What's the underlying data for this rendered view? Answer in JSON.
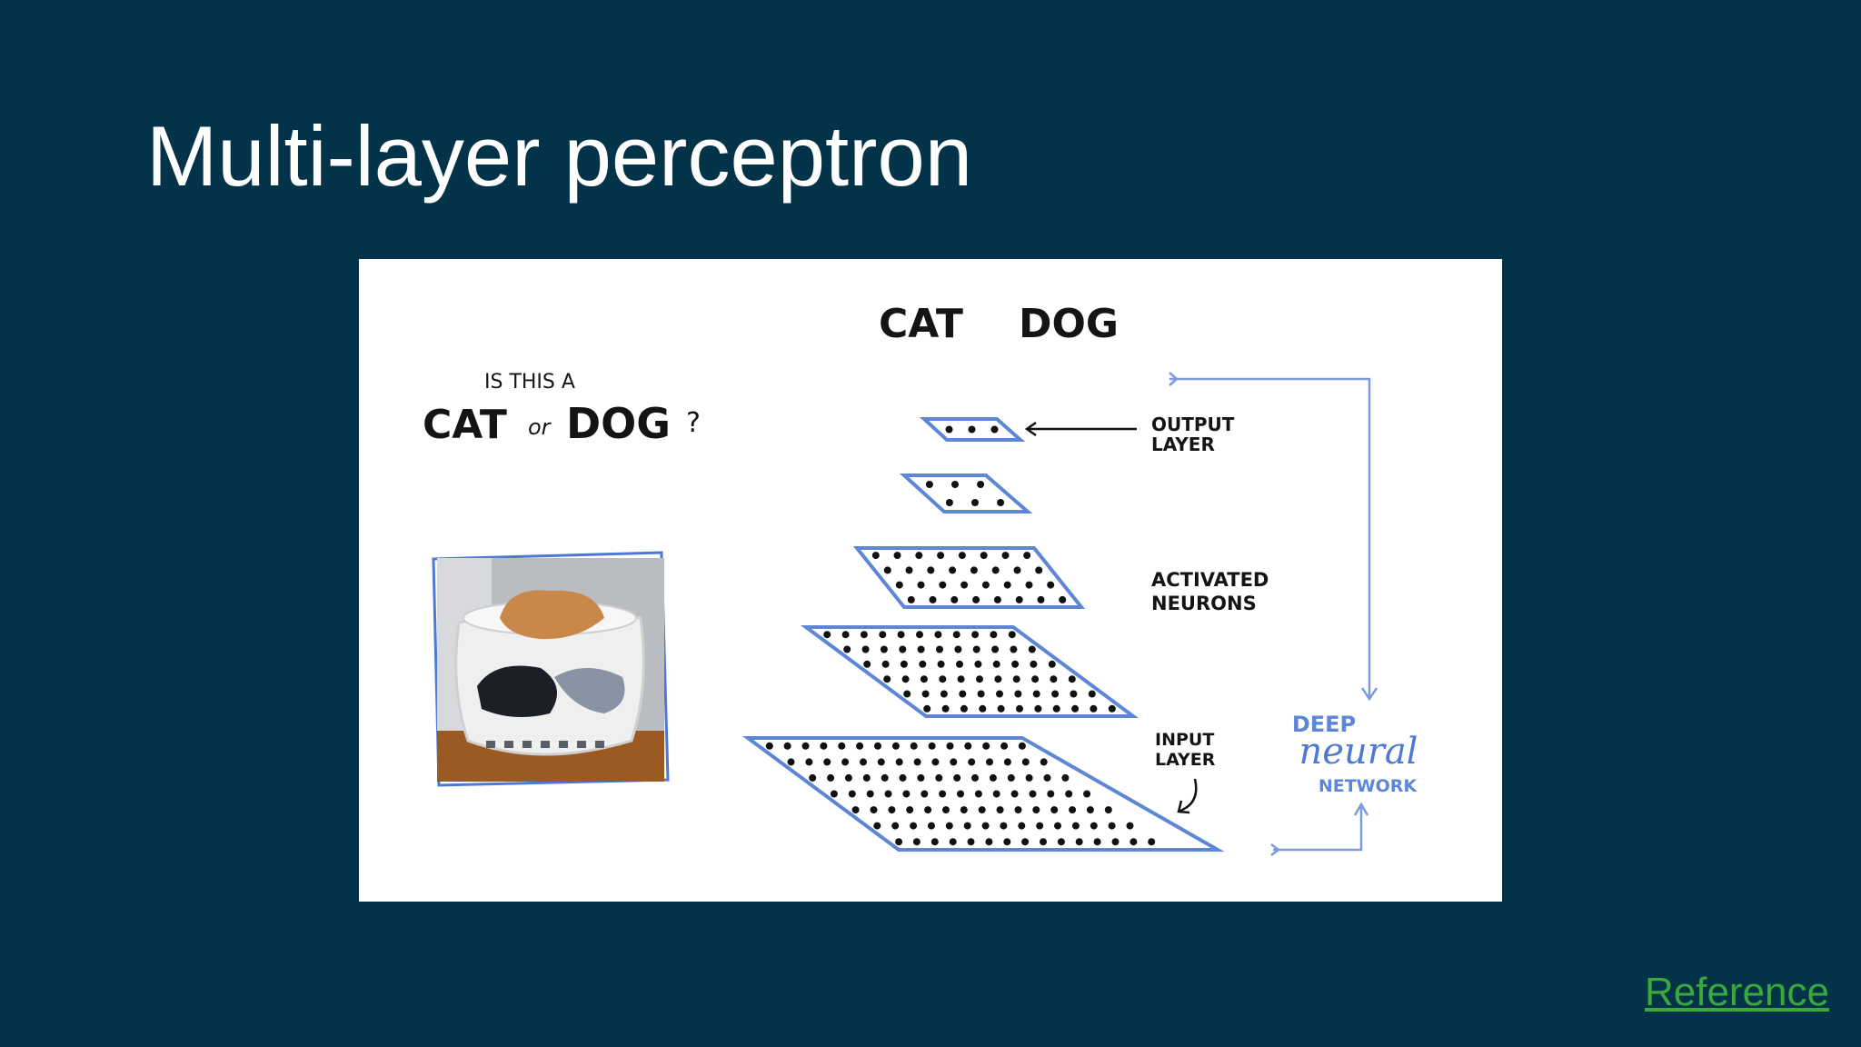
{
  "slide": {
    "title": "Multi-layer perceptron",
    "reference_label": "Reference"
  },
  "figure": {
    "header": {
      "cat": "CAT",
      "dog": "DOG"
    },
    "question": {
      "line1": "IS THIS A",
      "cat": "CAT",
      "or": "or",
      "dog": "DOG",
      "mark": "?"
    },
    "labels": {
      "output_line1": "OUTPUT",
      "output_line2": "LAYER",
      "activated_line1": "ACTIVATED",
      "activated_line2": "NEURONS",
      "input_line1": "INPUT",
      "input_line2": "LAYER"
    },
    "network_label": {
      "line1": "DEEP",
      "line2": "neural",
      "line3": "NETWORK"
    },
    "photo_icon": "laundry-basket-with-cat-photo"
  },
  "colors": {
    "background": "#033349",
    "title": "#ffffff",
    "link": "#3aa83a",
    "accent_blue": "#5d86d6"
  }
}
